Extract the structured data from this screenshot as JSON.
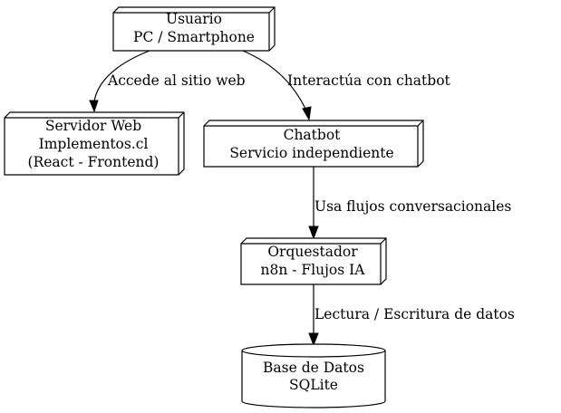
{
  "nodes": {
    "usuario": {
      "line1": "Usuario",
      "line2": "PC / Smartphone"
    },
    "servidor": {
      "line1": "Servidor Web",
      "line2": "Implementos.cl",
      "line3": "(React - Frontend)"
    },
    "chatbot": {
      "line1": "Chatbot",
      "line2": "Servicio independiente"
    },
    "orquestador": {
      "line1": "Orquestador",
      "line2": "n8n - Flujos IA"
    },
    "base_datos": {
      "line1": "Base de Datos",
      "line2": "SQLite"
    }
  },
  "edges": {
    "usuario_servidor": "Accede al sitio web",
    "usuario_chatbot": "Interactúa con chatbot",
    "chatbot_orquestador": "Usa flujos conversacionales",
    "orquestador_base": "Lectura / Escritura de datos"
  }
}
